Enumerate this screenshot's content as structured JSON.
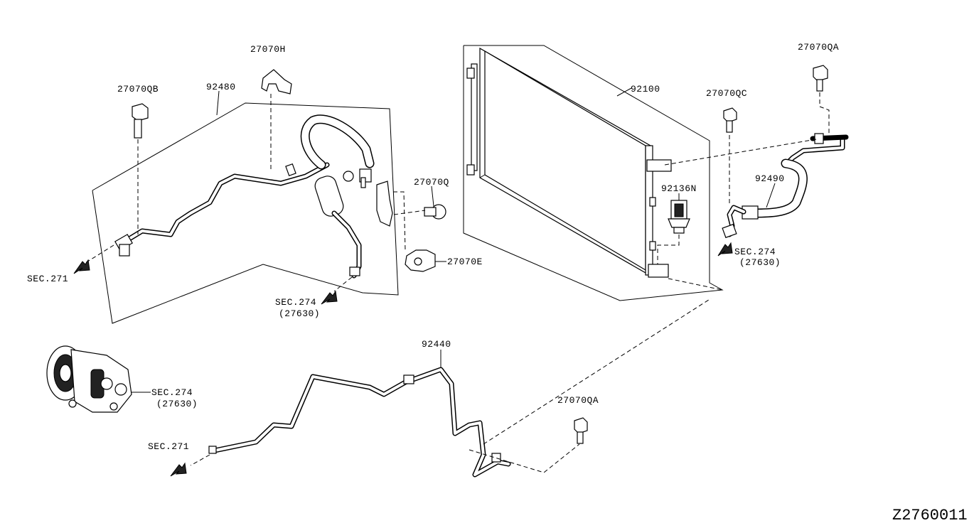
{
  "diagram": {
    "reference_code": "Z2760011",
    "labels": {
      "p27070H": "27070H",
      "p27070QB": "27070QB",
      "p92480": "92480",
      "p27070Q": "27070Q",
      "p27070E": "27070E",
      "p92100": "92100",
      "p27070QC": "27070QC",
      "p27070QA_top": "27070QA",
      "p92490": "92490",
      "p92136N": "92136N",
      "p92440": "92440",
      "p27070QA_bottom": "27070QA",
      "sec271_left": "SEC.271",
      "sec274_mid": "SEC.274",
      "sec274_mid_sub": "(27630)",
      "sec274_right": "SEC.274",
      "sec274_right_sub": "(27630)",
      "sec274_comp": "SEC.274",
      "sec274_comp_sub": "(27630)",
      "sec271_bottom": "SEC.271"
    }
  }
}
